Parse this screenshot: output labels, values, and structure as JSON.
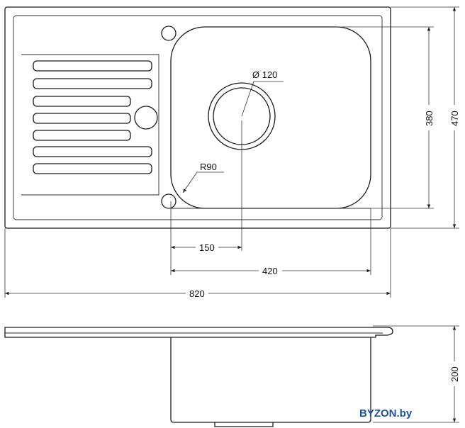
{
  "dimensions": {
    "drain_diameter": "Ø 120",
    "corner_radius": "R90",
    "drain_offset": "150",
    "bowl_width": "420",
    "total_width": "820",
    "bowl_depth_length": "380",
    "total_length": "470",
    "bowl_height": "200"
  },
  "brand": "BYZON.by"
}
